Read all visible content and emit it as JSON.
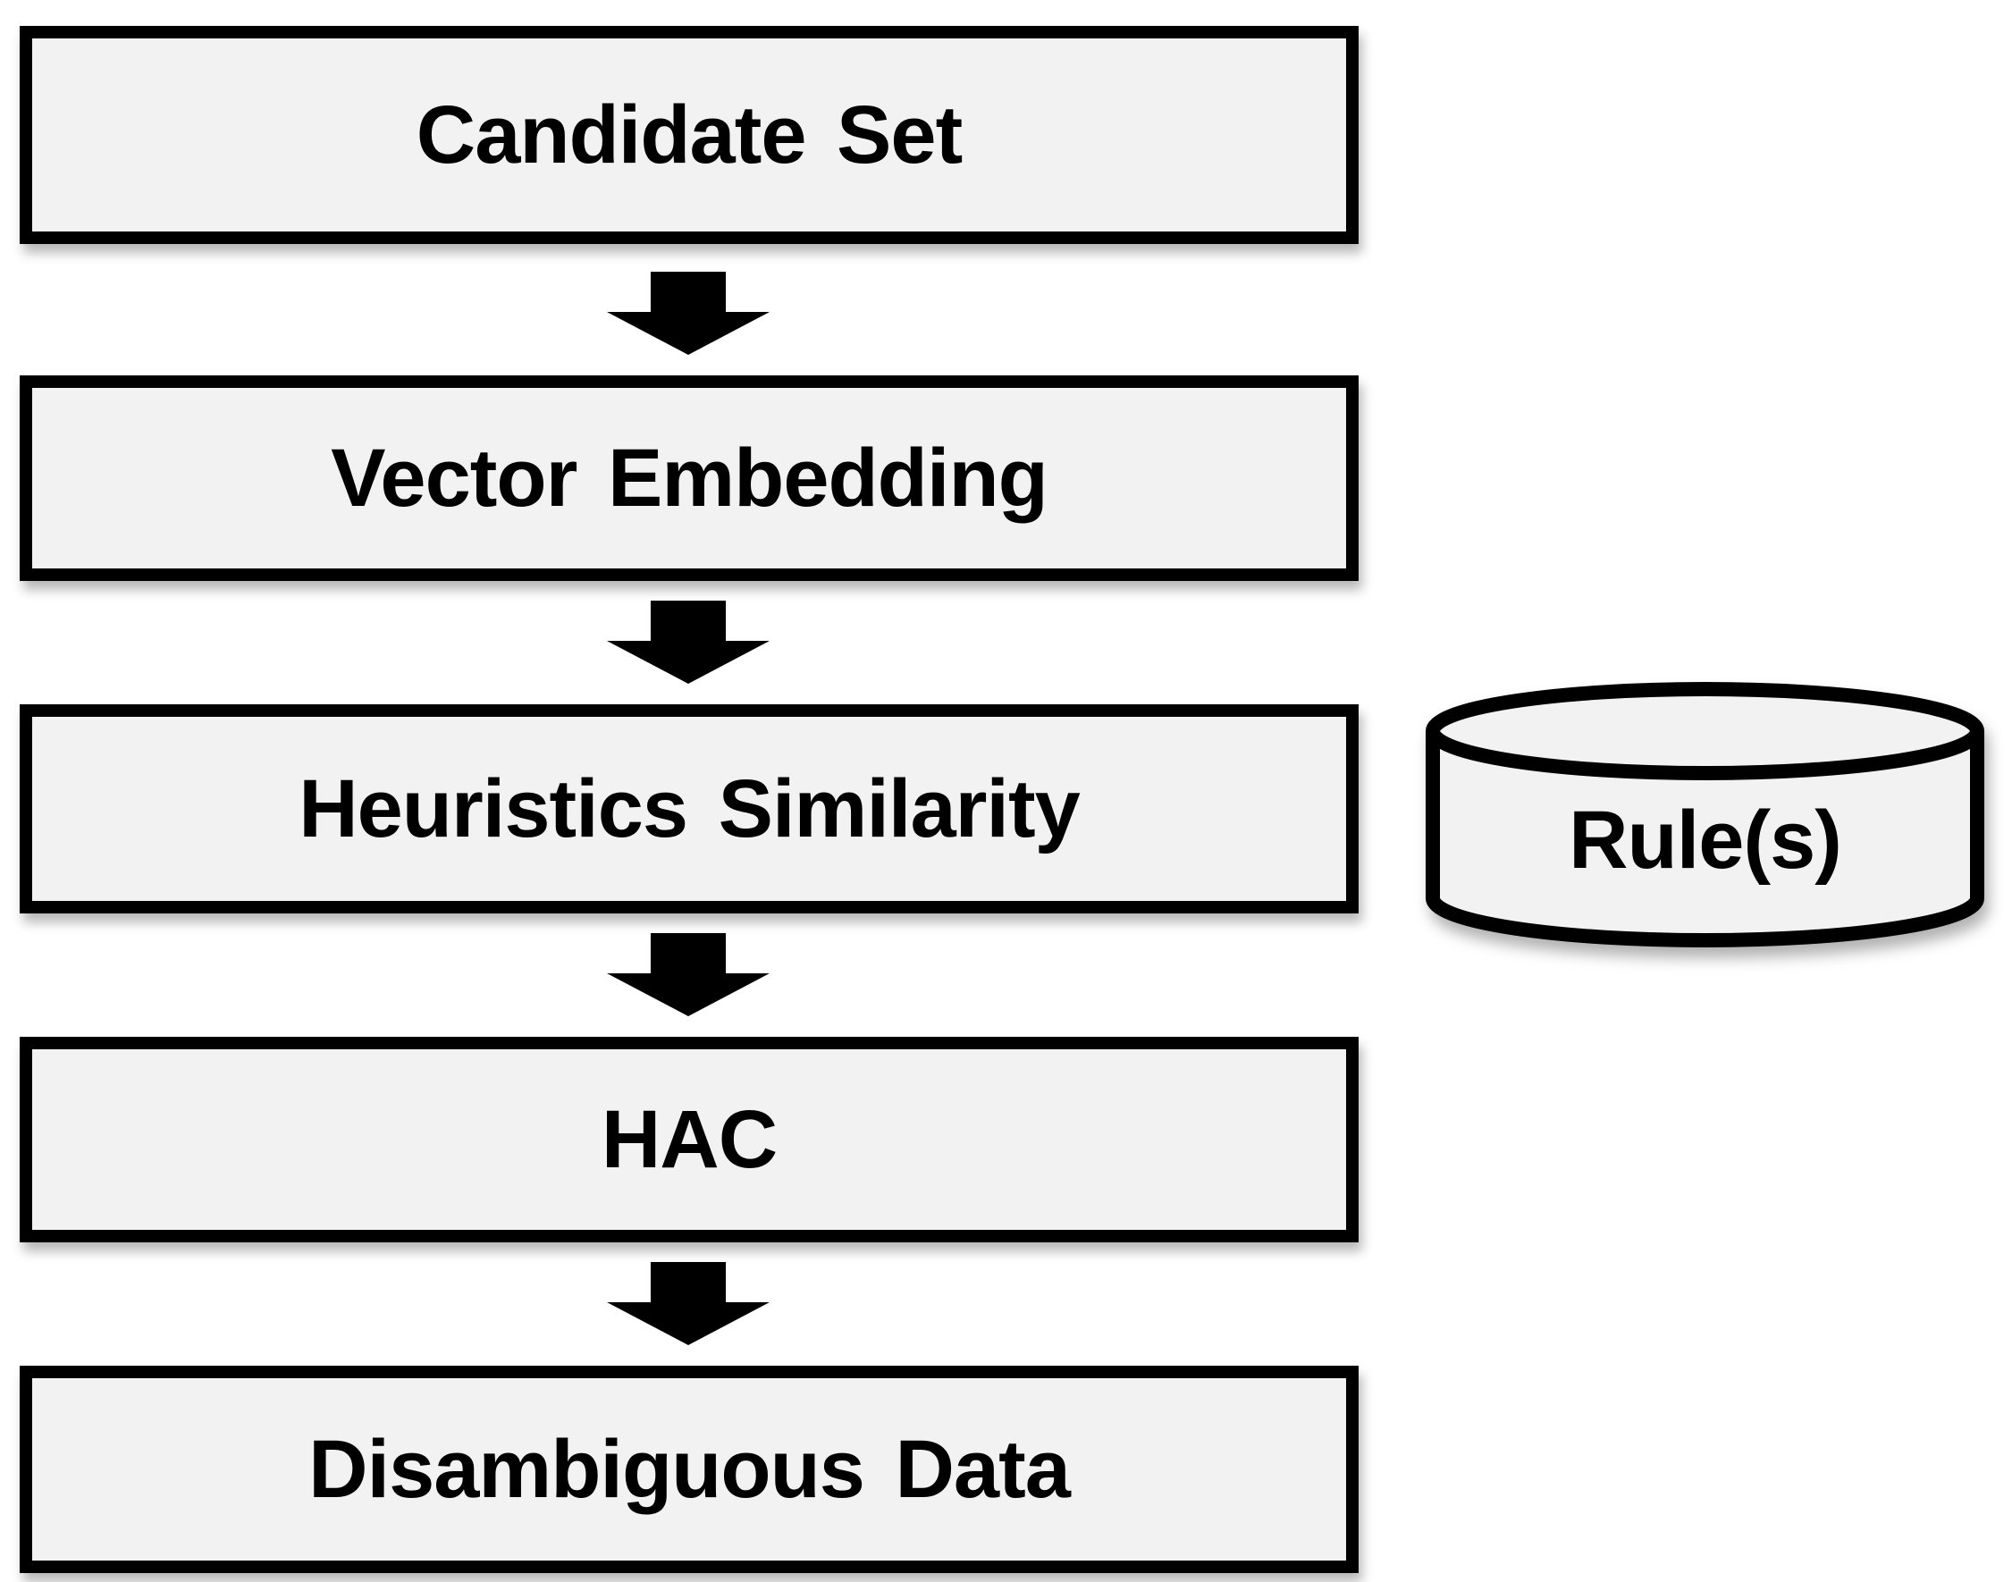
{
  "diagram": {
    "background_color": "#ffffff",
    "node_fill_color": "#f2f2f2",
    "node_border_color": "#000000",
    "text_color": "#000000",
    "flow_nodes": [
      {
        "label": "Candidate Set",
        "shape": "rectangle"
      },
      {
        "label": "Vector Embedding",
        "shape": "rectangle"
      },
      {
        "label": "Heuristics Similarity",
        "shape": "rectangle"
      },
      {
        "label": "HAC",
        "shape": "rectangle"
      },
      {
        "label": "Disambiguous Data",
        "shape": "rectangle"
      }
    ],
    "datastore_node": {
      "label": "Rule(s)",
      "shape": "cylinder"
    },
    "connections": [
      {
        "from": "Candidate Set",
        "to": "Vector Embedding",
        "type": "block-arrow-down"
      },
      {
        "from": "Vector Embedding",
        "to": "Heuristics Similarity",
        "type": "block-arrow-down"
      },
      {
        "from": "Heuristics Similarity",
        "to": "HAC",
        "type": "block-arrow-down"
      },
      {
        "from": "HAC",
        "to": "Disambiguous Data",
        "type": "block-arrow-down"
      }
    ]
  }
}
